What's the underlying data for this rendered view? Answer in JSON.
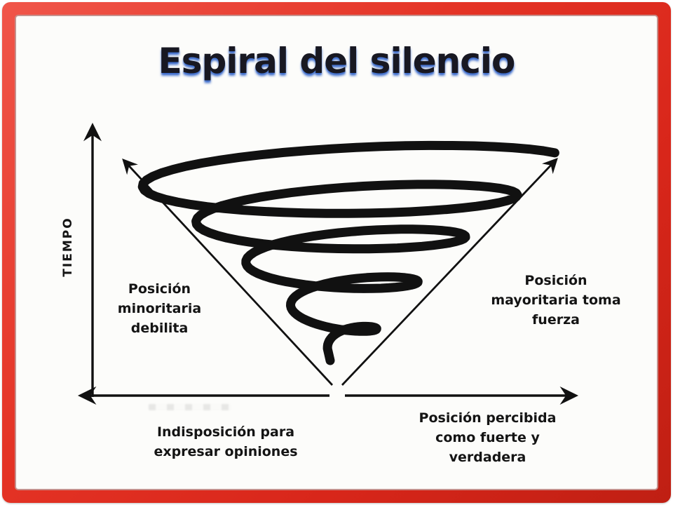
{
  "title": {
    "text": "Espiral del silencio"
  },
  "y_axis": {
    "label": "TIEMPO"
  },
  "annotations": {
    "left": {
      "lines": [
        "Posición",
        "minoritaria",
        "debilita"
      ]
    },
    "right": {
      "lines": [
        "Posición",
        "mayoritaria toma",
        "fuerza"
      ]
    },
    "bottom_left": {
      "lines": [
        "Indisposición para",
        "expresar opiniones"
      ]
    },
    "bottom_right": {
      "lines": [
        "Posición percibida",
        "como fuerte y",
        "verdadera"
      ]
    }
  },
  "colors": {
    "frame_red": "#de2a1b",
    "background": "#fcfcfa",
    "ink": "#141414",
    "title_ink": "#181822",
    "title_glow": "#2f62c8"
  }
}
